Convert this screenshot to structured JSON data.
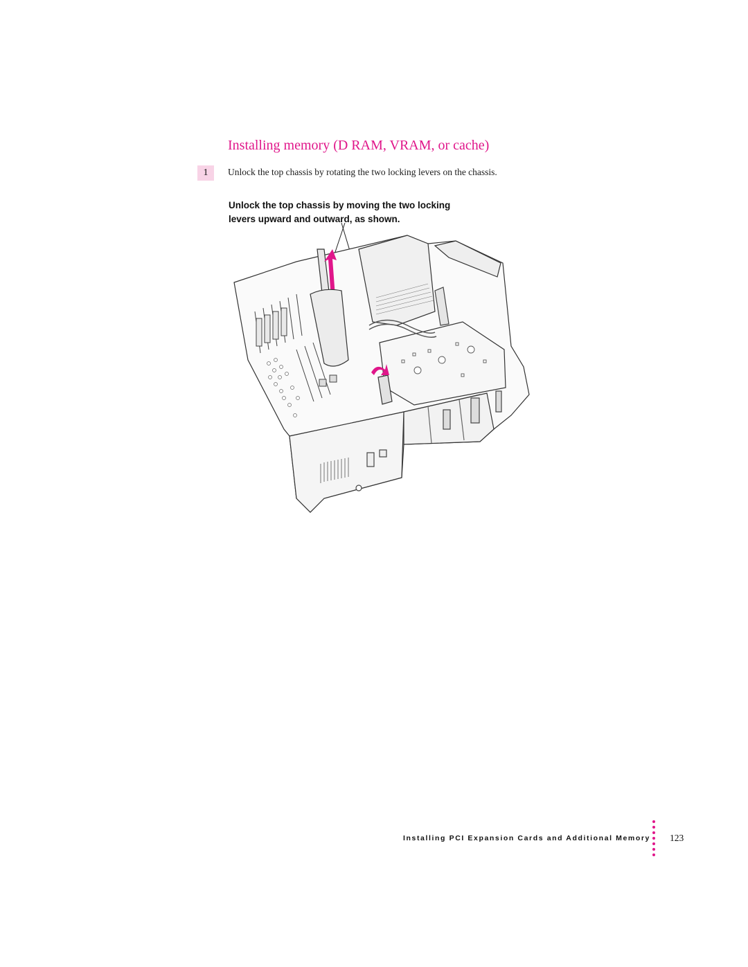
{
  "section": {
    "heading": "Installing memory (D     RAM, VRAM, or  cache)"
  },
  "steps": [
    {
      "number": "1",
      "text": "Unlock the top chassis by rotating the two locking levers on the chassis."
    }
  ],
  "figure": {
    "caption": "Unlock the top chassis by moving the two locking levers upward and outward, as shown.",
    "accent_color": "#e0168a"
  },
  "footer": {
    "running_title": "Installing PCI Expansion Cards and Additional Memory",
    "page_number": "123"
  }
}
